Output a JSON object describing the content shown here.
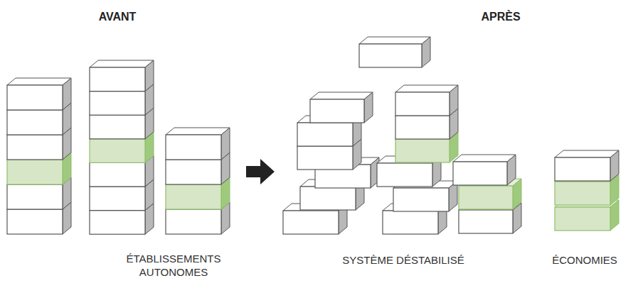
{
  "diagram": {
    "labels": [
      "AVANT",
      "APRÈS",
      "ÉTABLISSEMENTS AUTONOMES",
      "SYSTÈME DÉSTABILISÉ",
      "ÉCONOMIES"
    ]
  }
}
